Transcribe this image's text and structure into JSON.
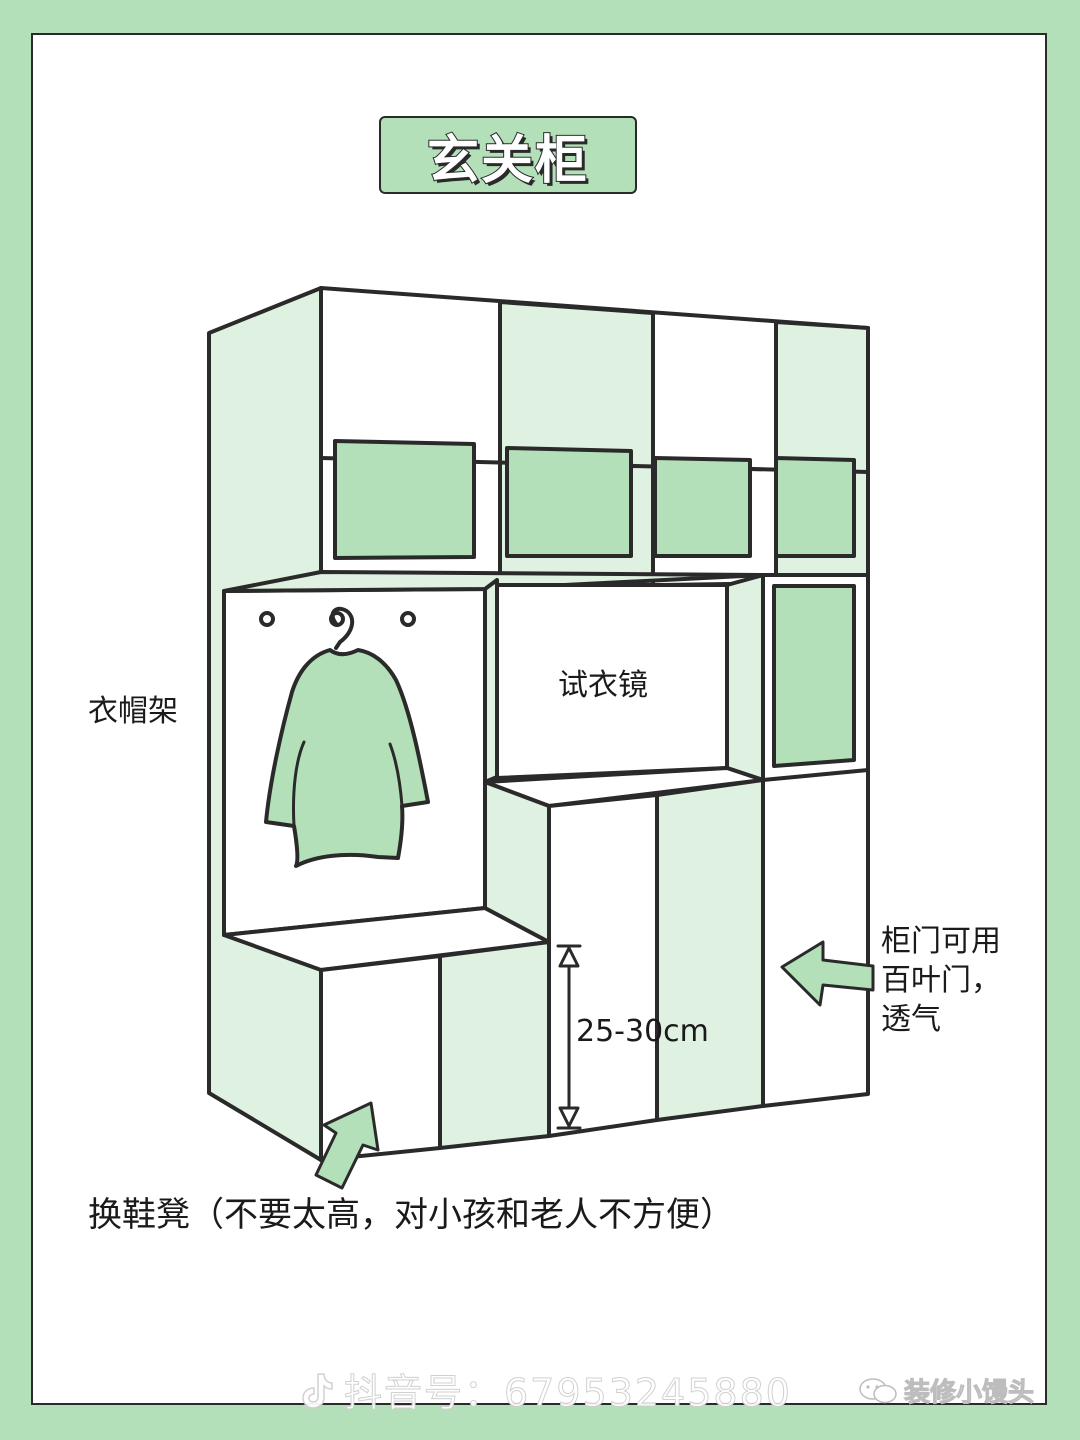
{
  "title": "玄关柜",
  "labels": {
    "coat_rack": "衣帽架",
    "mirror": "试衣镜",
    "height": "25-30cm",
    "louver_door": [
      "柜门可用",
      "百叶门，",
      "透气"
    ],
    "bench": "换鞋凳（不要太高，对小孩和老人不方便）"
  },
  "watermark": {
    "douyin": "抖音号：67953245880",
    "wechat": "装修小馒头"
  },
  "colors": {
    "background": "#b3e0b9",
    "light_green": "#dff1e1",
    "mid_green": "#b3e0b9",
    "outline": "#2a2a2a"
  },
  "icons": [
    "douyin-icon",
    "wechat-icon",
    "hanger-icon",
    "coat-icon",
    "arrow-icon"
  ]
}
